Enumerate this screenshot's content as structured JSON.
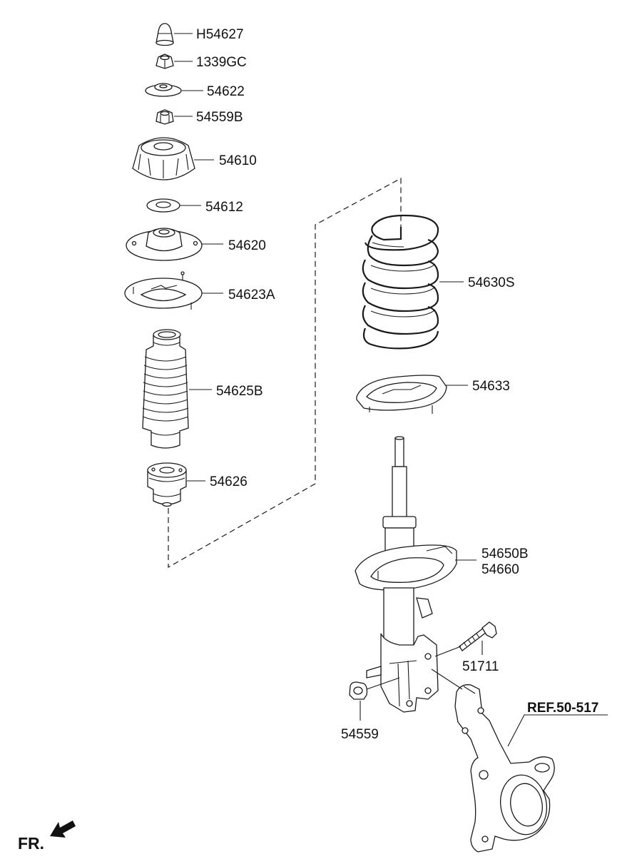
{
  "parts": [
    {
      "id": "p1",
      "number": "H54627"
    },
    {
      "id": "p2",
      "number": "1339GC"
    },
    {
      "id": "p3",
      "number": "54622"
    },
    {
      "id": "p4",
      "number": "54559B"
    },
    {
      "id": "p5",
      "number": "54610"
    },
    {
      "id": "p6",
      "number": "54612"
    },
    {
      "id": "p7",
      "number": "54620"
    },
    {
      "id": "p8",
      "number": "54623A"
    },
    {
      "id": "p9",
      "number": "54625B"
    },
    {
      "id": "p10",
      "number": "54626"
    },
    {
      "id": "p11",
      "number": "54630S"
    },
    {
      "id": "p12",
      "number": "54633"
    },
    {
      "id": "p13",
      "number": "54650B"
    },
    {
      "id": "p14",
      "number": "54660"
    },
    {
      "id": "p15",
      "number": "51711"
    },
    {
      "id": "p16",
      "number": "54559"
    }
  ],
  "reference": "REF.50-517",
  "direction": "FR."
}
